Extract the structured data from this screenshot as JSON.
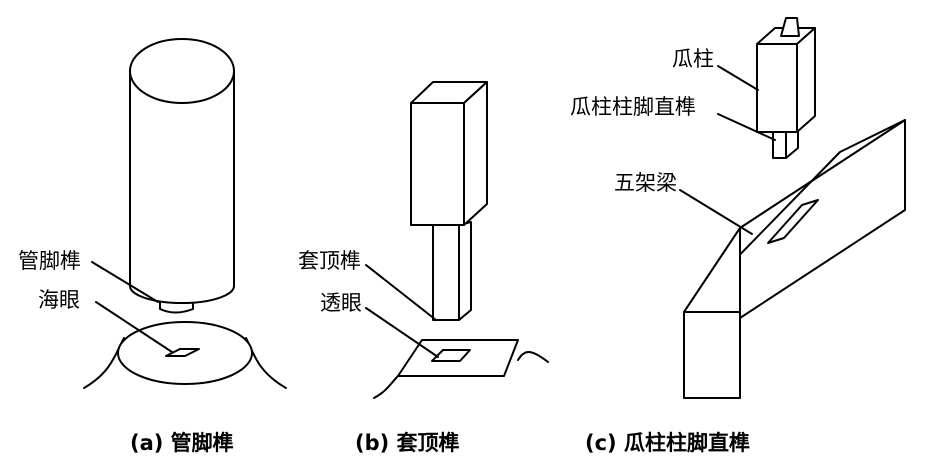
{
  "panel_a": {
    "labels": {
      "tenon": "管脚榫",
      "hole": "海眼"
    },
    "caption": "(a) 管脚榫"
  },
  "panel_b": {
    "labels": {
      "tenon": "套顶榫",
      "hole": "透眼"
    },
    "caption": "(b) 套顶榫"
  },
  "panel_c": {
    "labels": {
      "column": "瓜柱",
      "tenon": "瓜柱柱脚直榫",
      "beam": "五架梁"
    },
    "caption": "(c) 瓜柱柱脚直榫"
  }
}
